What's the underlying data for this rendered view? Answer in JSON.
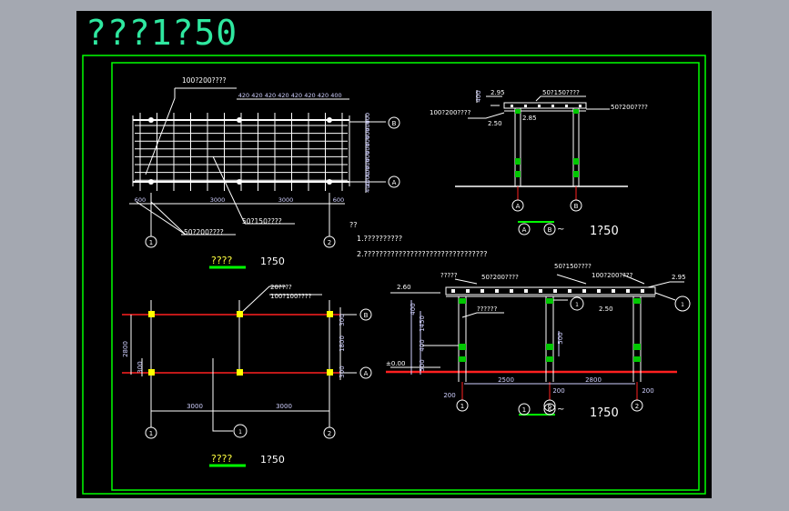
{
  "title": "???1?50",
  "colors": {
    "background": "#a4a8b1",
    "canvas": "#000000",
    "frame": "#00ff00",
    "line": "#ffffff",
    "accent_red": "#ff2020",
    "dim": "#d0d0ff",
    "text_green": "#2fe8a0",
    "text_yellow": "#ffff40",
    "col_green": "#00c800",
    "col_yellow": "#ffff00"
  },
  "plan_top": {
    "label_beam1": "100?200????",
    "dims_top": [
      "420",
      "420",
      "420",
      "420",
      "420",
      "420",
      "420",
      "400"
    ],
    "dims_right": [
      "400",
      "400",
      "400",
      "400",
      "400",
      "400",
      "400",
      "400",
      "2000",
      "400"
    ],
    "dims_bottom": [
      "600",
      "3000",
      "3000",
      "600"
    ],
    "label_beam2": "50?200????",
    "label_beam3": "50?150????",
    "axis_b": "B",
    "axis_a": "A",
    "axis_1": "1",
    "axis_2": "2",
    "caption": "????",
    "scale": "1?50"
  },
  "plan_bottom": {
    "label_col1": "20????",
    "label_col2": "100?100????",
    "dim_left": "2800",
    "dim_left2": "300",
    "dim_right1": "300",
    "dim_right2": "1800",
    "dim_right3": "300",
    "dims_bottom": [
      "3000",
      "3000"
    ],
    "axis_b": "B",
    "axis_a": "A",
    "axis_1": "1",
    "axis_2": "2",
    "section_mark": "1",
    "caption": "????",
    "scale": "1?50"
  },
  "elev_right": {
    "lv1": "2.95",
    "lv2": "2.85",
    "lv3": "2.50",
    "label_beam1": "50?150????",
    "label_beam2": "100?200????",
    "label_beam3": "50?200????",
    "dim_top": "400",
    "axis_a": "A",
    "axis_b": "B",
    "caption_a": "A",
    "caption_b": "B",
    "caption_tilde": "~",
    "scale": "1?50"
  },
  "notes": {
    "heading": "??",
    "line1": "1.??????????",
    "line2": "2.????????????????????????????????"
  },
  "elev_bottom": {
    "label_left": "?????",
    "label_beam2": "50?200????",
    "label_beam1": "50?150????",
    "label_beam3": "100?200????",
    "lv_top_right": "2.95",
    "lv_left": "2.60",
    "lv_zero": "±0.00",
    "lv_mid": "2.50",
    "label_seat": "??????",
    "dims_left": [
      "400",
      "1450",
      "400",
      "500"
    ],
    "dim_mid": "500",
    "dims_bottom": [
      "2500",
      "2800"
    ],
    "dims_under": [
      "200",
      "200",
      "200"
    ],
    "axis_1": "1",
    "axis_6": "6",
    "axis_2": "2",
    "mark_1": "1",
    "mark_2": "1",
    "caption_1": "1",
    "caption_6": "6",
    "caption_tilde": "~",
    "scale": "1?50"
  }
}
